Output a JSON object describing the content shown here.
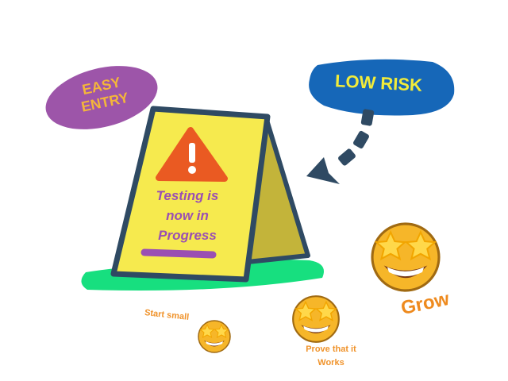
{
  "labels": {
    "easy_entry": [
      "EASY",
      "ENTRY"
    ],
    "low_risk": "LOW RISK",
    "sign_text": [
      "Testing is",
      "now in",
      "Progress"
    ],
    "start_small": "Start small",
    "prove": [
      "Prove that it",
      "Works"
    ],
    "grow": "Grow"
  },
  "icons": [
    "warning-icon",
    "star-struck-emoji",
    "dashed-arrow"
  ],
  "colors": {
    "blob_purple": "#9d55a9",
    "blob_blue": "#1667b8",
    "sign_yellow": "#f6ea4e",
    "sign_side": "#c3b43a",
    "outline": "#2f4a63",
    "ground_green": "#17df7f",
    "warning_orange": "#ea5a22",
    "accent_orange": "#f0932b"
  }
}
